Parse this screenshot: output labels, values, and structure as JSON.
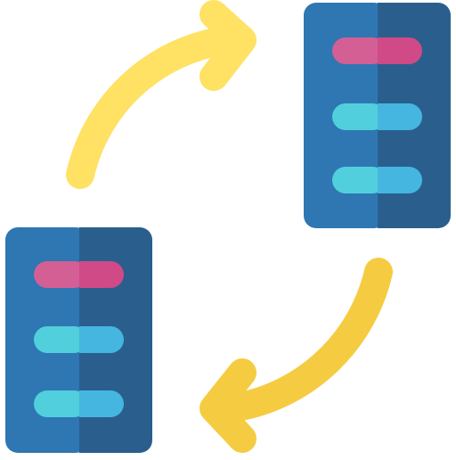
{
  "icon": {
    "name": "server-sync-icon",
    "servers": [
      "server-top-right",
      "server-bottom-left"
    ],
    "arrows": [
      "arrow-top-clockwise",
      "arrow-bottom-clockwise"
    ]
  },
  "colors": {
    "background": "#ffffff",
    "server_body_left": "#2e77b3",
    "server_body_right": "#2a5f8d",
    "pill_pink_left": "#d45f95",
    "pill_pink_right": "#cf4a86",
    "pill_cyan_left": "#52cfdc",
    "pill_cyan_right": "#44b6e0",
    "arrow_top": "#ffe164",
    "arrow_bottom": "#f5cc41"
  }
}
